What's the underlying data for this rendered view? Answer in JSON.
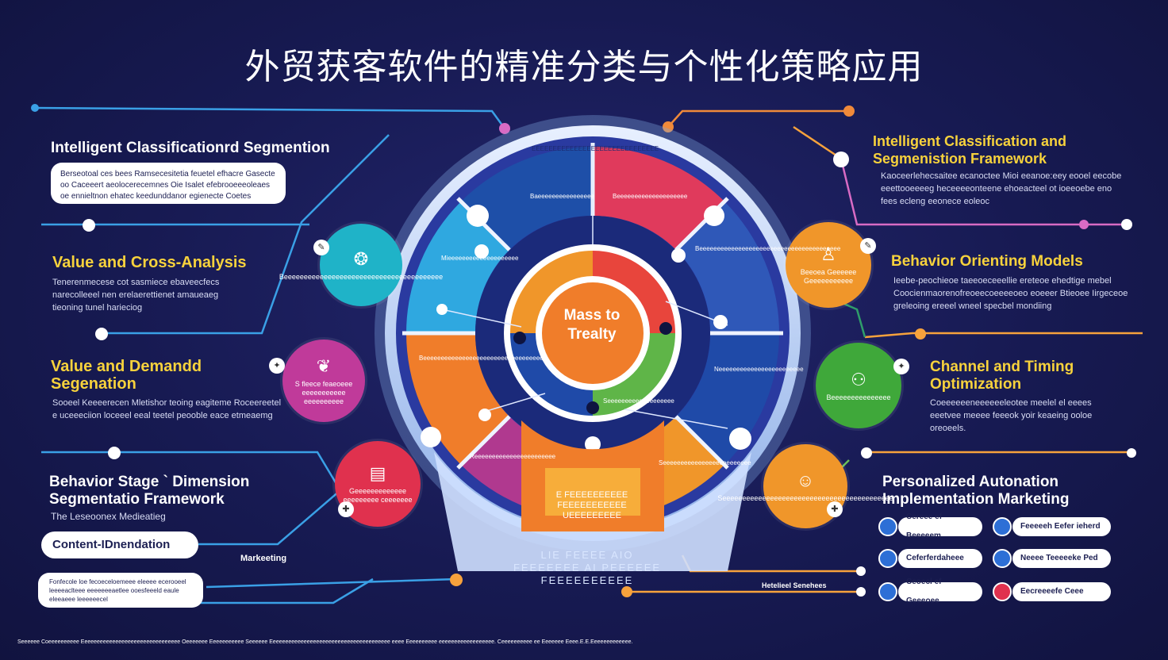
{
  "title": "外贸获客软件的精准分类与个性化策略应用",
  "left": {
    "h1": "Intelligent Classificationrd Segmention",
    "p1": "Berseotoal ces bees Ramsecesitetia feuetel efhacre Gasecte oo Caceeert aeolocerecemnes Oie Isalet efebrooeeeoleaes oe ennieltnon ehatec keedunddanor egienecte Coetes",
    "h2": "Value and Cross-Analysis",
    "p2": "Tenerenmecese cot sasmiece ebaveecfecs narecolleeel nen erelaerettienet amaueaeg tieoning tunel harieciog",
    "h3": "Value and Demandd Segenation",
    "p3": "Sooeel Keeeerecen Mletishor teoing eagiteme Roceereetel e uceeeciion loceeel eeal teetel peooble eace etmeaemg",
    "h4": "Behavior Stage ` Dimension Segmentatio Framework",
    "p4": "The Leseoonex Medieatieg",
    "pill_bold": "Content-IDnendation",
    "pill_last": "Fonfecole loe fecoeceloemeee eleeee ecerooeel leeeeaclteee eeeeeeeaetlee ooesfeeeld eaule eleeaeee leeeeeecel",
    "marketing": "Markeeting"
  },
  "right": {
    "h1": "Intelligent Classification and Segmenistion Framework",
    "p1": "Kaoceerlehecsaitee ecanoctee Mioi eeanoe:eey eooel eecobe eeettooeeeeg heceeeeonteene ehoeacteel ot ioeeoebe eno fees ecleng eeonece eoleoc",
    "h2": "Behavior Orienting Models",
    "p2": "Ieebe-peochieoe taeeoeceeellie ereteoe ehedtige mebel Coocienmaorenofreoeecoeeeeoeo eoeeer Btieoee Iirgeceoe greleoing ereeel wneel specbel mondiing",
    "h3": "Channel and Timing Optimization",
    "p3": "Coeeeeeeneeeeeeleotee meelel el eeees eeetvee meeee feeeok yoir keaeing ooloe oreoeels.",
    "h4": "Personalized Autonation Implementation Marketing",
    "tags": [
      "Cereee ef Beeeeem",
      "Ceferferdaheee",
      "Ceoecl ef Geeeoee"
    ],
    "tags2": [
      "Feeeeeh Eefer ieherd",
      "Neeee Teeeeeke Ped",
      "Eecreeeefe Ceee"
    ],
    "small": "Hetelieel Senehees"
  },
  "circles": {
    "c1": "Beeeeeeeeeeeeeeeeeeeeeeeeeeeeeeeeeeeeeeee",
    "c2": "S fleece feaeoeee eeeeeeeeeee eeeeeeeeee",
    "c3": "Geeeeeeeeeeeee eeeeeeeee ceeeeeee",
    "c4": "Beeoea Geeeeee Geeeeeeeeeee",
    "c5": "Beeeeeeeeeeeeeee",
    "c6": "Seeeeeeeeeeeeeeeeeeeeeeeeeeeeeeeeeeeeeeeeeee"
  },
  "wheel": {
    "center": "Mass to Trealty",
    "s_top_left": "Baeeeeeeeeeeeeeeee",
    "s_top_right": "Beeeeeeeeeeeeeeeeeeee",
    "s_left": "Mieeeeeeeeeeeeeeeeeeee",
    "s_right": "Beeeeeeeeeeeeeeeeeeeeeeeeeeeeeeeeeeeeeeee",
    "s_lower_left": "Beeeeeeeeeeeeeeeeeeeeeeeeeeeeeeeeee",
    "s_lower_right": "Seeeeeeeeeeeeeeeeeee",
    "s_bottom_left": "Reeeeeeeeeeeeeeeeeeeeeee",
    "s_bottom_right": "Seeeeeeeeeeeeeeeeeeeeeeeee",
    "s_right_mid": "Neeeeeeeeeeeeeeeeeeeeeeee",
    "s_bottom_center": "E FEEEEEEEEEE FEEEEEEEEEEE UEEEEEEEEE",
    "arc_bottom": "LIE FEEEE AIO FEEEEEEE AI PEEEEEE FEEEEEEEEEE",
    "ring_top": "EEEEEEEEEEEEEEEEEEEEEEEEEEEEEE"
  },
  "footer": "Seeeeee Coeeeeeeeeee Eeeeeeeeeeeeeeeeeeeeeeeeeeeeeeee Oeeeeeee Eeeeeeeeeee Seeeeee Eeeeeeeeeeeeeeeeeeeeeeeeeeeeeeeeeeeeeee eeee Eeeeeeeeee eeeeeeeeeeeeeeeeee. Ceeeeeeeeee ee Eeeeeee Eeee.E.E.Eeeeeeeeeeeee."
}
